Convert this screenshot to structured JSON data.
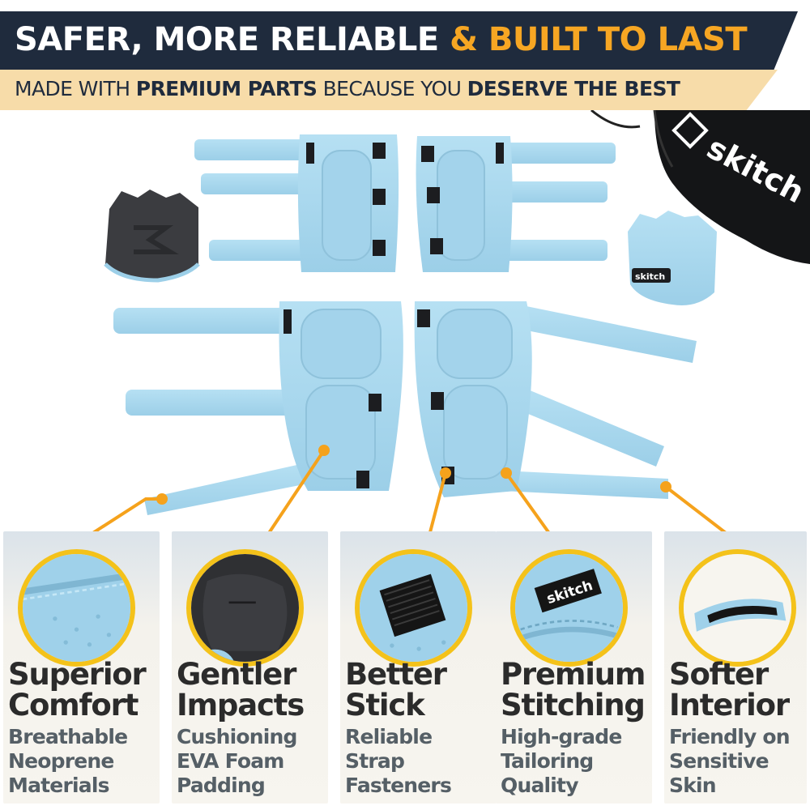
{
  "header": {
    "title_part1": "SAFER, MORE RELIABLE ",
    "title_part2": "& BUILT TO LAST",
    "subtitle_part1": "MADE WITH ",
    "subtitle_part2": "PREMIUM PARTS",
    "subtitle_part3": " BECAUSE YOU ",
    "subtitle_part4": "DESERVE THE BEST"
  },
  "brand": {
    "bag_logo_text": "skitch",
    "label_text": "skitch"
  },
  "colors": {
    "banner_dark": "#1f2b3d",
    "banner_accent": "#f6a623",
    "banner_light": "#f7dca9",
    "pad_blue": "#a9d8ef",
    "callout_ring": "#f4c21a",
    "callout_line": "#f5a21c"
  },
  "features": [
    {
      "title_line1": "Superior",
      "title_line2": "Comfort",
      "desc_line1": "Breathable",
      "desc_line2": "Neoprene",
      "desc_line3": "Materials"
    },
    {
      "title_line1": "Gentler",
      "title_line2": "Impacts",
      "desc_line1": "Cushioning",
      "desc_line2": "EVA Foam",
      "desc_line3": "Padding"
    },
    {
      "title_line1": "Better",
      "title_line2": "Stick",
      "desc_line1": "Reliable",
      "desc_line2": "Strap",
      "desc_line3": "Fasteners"
    },
    {
      "title_line1": "Premium",
      "title_line2": "Stitching",
      "desc_line1": "High-grade",
      "desc_line2": "Tailoring",
      "desc_line3": "Quality"
    },
    {
      "title_line1": "Softer",
      "title_line2": "Interior",
      "desc_line1": "Friendly on",
      "desc_line2": "Sensitive",
      "desc_line3": "Skin"
    }
  ]
}
